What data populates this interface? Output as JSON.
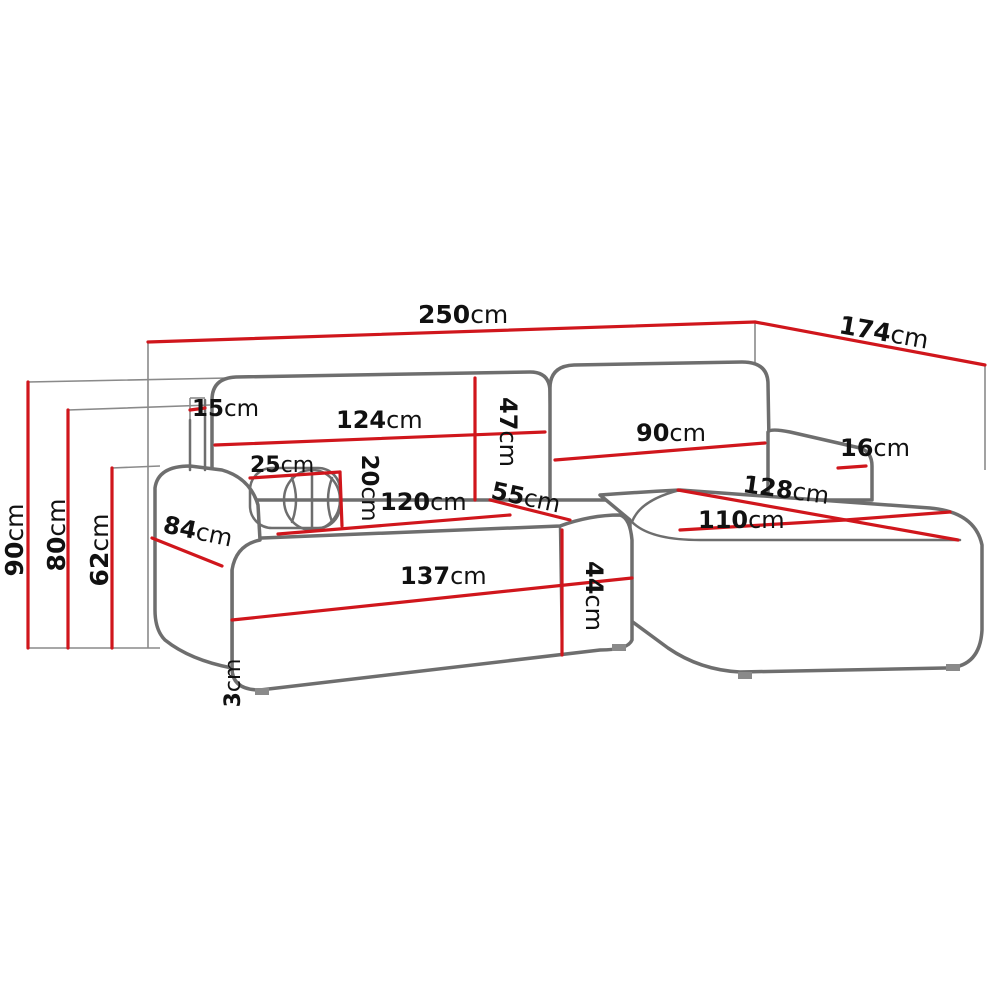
{
  "diagram": {
    "subject": "corner sofa dimensions",
    "colors": {
      "dimension_line": "#d0161c",
      "outline": "#6e6e6e",
      "guide": "#8a8a8a",
      "background": "#ffffff"
    },
    "dimensions": {
      "overall_width": {
        "value": "250",
        "unit": "cm"
      },
      "chaise_depth": {
        "value": "174",
        "unit": "cm"
      },
      "total_height": {
        "value": "90",
        "unit": "cm"
      },
      "backrest_height": {
        "value": "80",
        "unit": "cm"
      },
      "armrest_height": {
        "value": "62",
        "unit": "cm"
      },
      "armrest_width": {
        "value": "15",
        "unit": "cm"
      },
      "backrest_width": {
        "value": "124",
        "unit": "cm"
      },
      "cushion_height": {
        "value": "47",
        "unit": "cm"
      },
      "right_back_width": {
        "value": "90",
        "unit": "cm"
      },
      "chaise_arm_width": {
        "value": "16",
        "unit": "cm"
      },
      "pillow_width": {
        "value": "25",
        "unit": "cm"
      },
      "pillow_height": {
        "value": "20",
        "unit": "cm"
      },
      "seat_width": {
        "value": "120",
        "unit": "cm"
      },
      "seat_depth": {
        "value": "55",
        "unit": "cm"
      },
      "chaise_length": {
        "value": "128",
        "unit": "cm"
      },
      "chaise_seat": {
        "value": "110",
        "unit": "cm"
      },
      "arm_depth": {
        "value": "84",
        "unit": "cm"
      },
      "sleep_width": {
        "value": "137",
        "unit": "cm"
      },
      "seat_height": {
        "value": "44",
        "unit": "cm"
      },
      "leg_height": {
        "value": "3",
        "unit": "cm"
      }
    }
  }
}
